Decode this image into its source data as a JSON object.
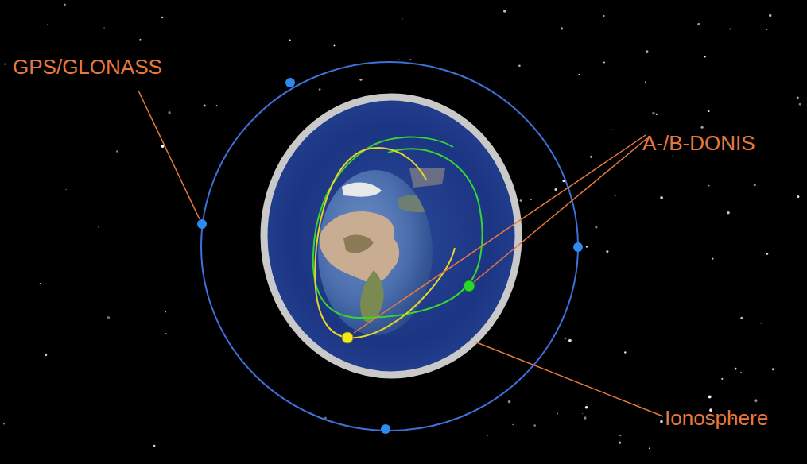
{
  "diagram": {
    "labels": [
      "GPS/GLONASS",
      "A-/B-DONIS",
      "Ionosphere"
    ]
  }
}
